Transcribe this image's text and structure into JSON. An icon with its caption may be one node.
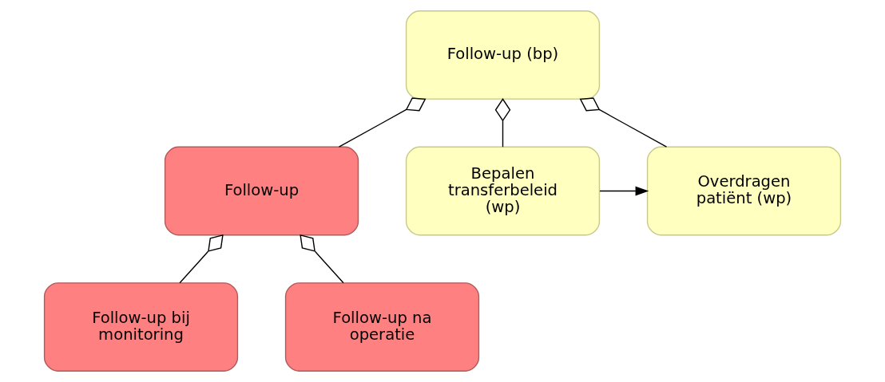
{
  "diagram": {
    "nodes": [
      {
        "text": [
          "Follow-up (bp)"
        ]
      },
      {
        "text": [
          "Follow-up"
        ]
      },
      {
        "text": [
          "Bepalen transferbeleid (wp)"
        ]
      },
      {
        "text": [
          "Overdragen patiënt (wp)"
        ]
      },
      {
        "text": [
          "Follow-up bij monitoring"
        ]
      },
      {
        "text": [
          "Follow-up na operatie"
        ]
      }
    ],
    "edges": [
      {
        "from": 0,
        "to": 1,
        "arrow": "other"
      },
      {
        "from": 0,
        "to": 2,
        "arrow": "other"
      },
      {
        "from": 0,
        "to": 3,
        "arrow": "other"
      },
      {
        "from": 1,
        "to": 4,
        "arrow": "other"
      },
      {
        "from": 1,
        "to": 5,
        "arrow": "other"
      },
      {
        "from": 2,
        "to": 3,
        "arrow": "to"
      }
    ]
  }
}
